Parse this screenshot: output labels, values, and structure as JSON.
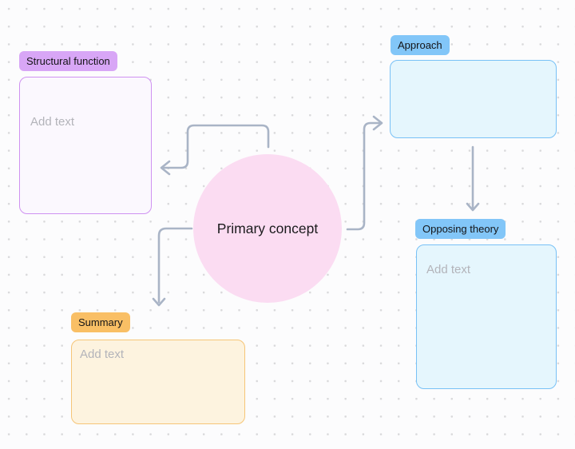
{
  "canvas": {
    "background": "#fcfcfd",
    "dot_color": "#d9d9db"
  },
  "central_node": {
    "label": "Primary concept",
    "fill": "#fbdcf2"
  },
  "nodes": [
    {
      "id": "structural-function",
      "badge": "Structural function",
      "placeholder": "Add text",
      "badge_color": "#d8a6f6",
      "box_fill": "#fbf8fe",
      "box_border": "#cf92f1"
    },
    {
      "id": "approach",
      "badge": "Approach",
      "placeholder": "",
      "badge_color": "#82c6f8",
      "box_fill": "#e5f6fd",
      "box_border": "#78c1f6"
    },
    {
      "id": "opposing-theory",
      "badge": "Opposing theory",
      "placeholder": "Add text",
      "badge_color": "#82c6f8",
      "box_fill": "#e5f6fd",
      "box_border": "#78c1f6"
    },
    {
      "id": "summary",
      "badge": "Summary",
      "placeholder": "Add text",
      "badge_color": "#f9bf65",
      "box_fill": "#fdf3df",
      "box_border": "#f6c577"
    }
  ],
  "connectors": {
    "color": "#a9b4c6"
  },
  "placeholder_color": "#b3b4ba"
}
